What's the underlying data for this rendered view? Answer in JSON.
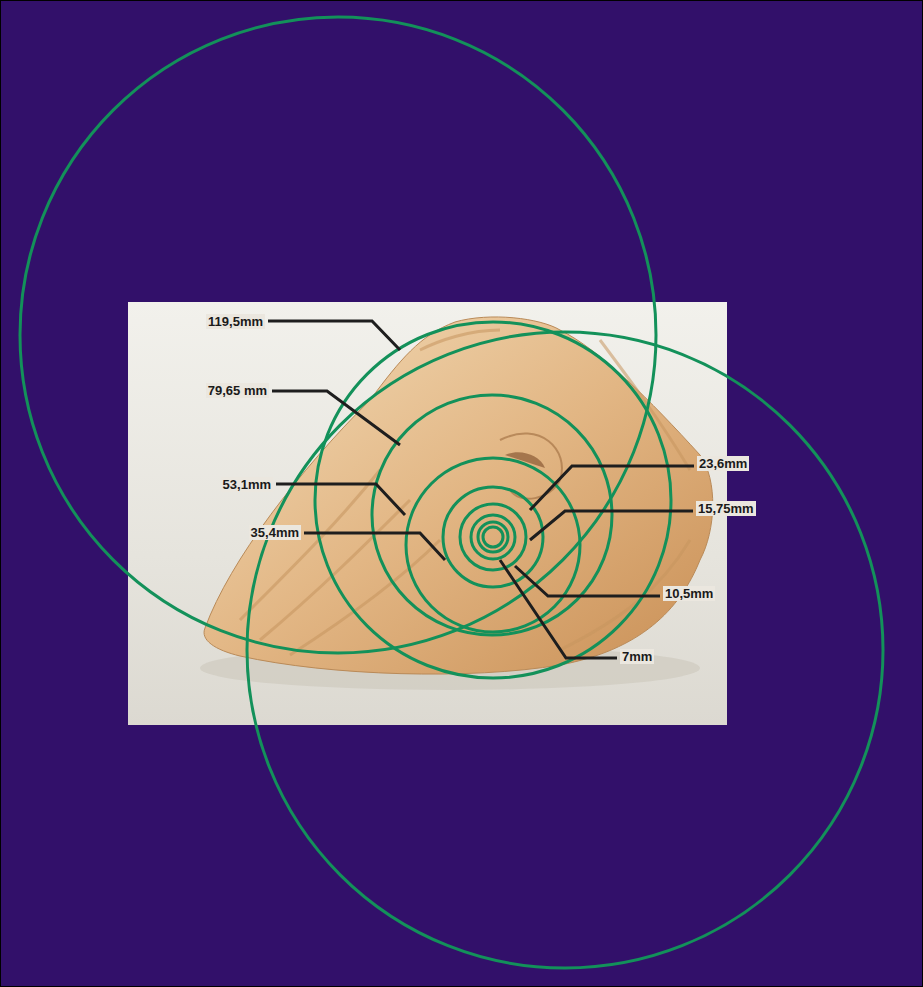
{
  "diagram": {
    "labels": [
      "119,5mm",
      "79,65 mm",
      "23,6mm",
      "53,1mm",
      "15,75mm",
      "35,4mm",
      "10,5mm",
      "7mm"
    ]
  }
}
